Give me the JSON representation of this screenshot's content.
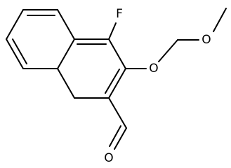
{
  "molecule": {
    "atoms": {
      "fluorine": "F",
      "ether_oxygen": "O",
      "methoxy_oxygen": "O",
      "aldehyde_oxygen": "O"
    }
  }
}
